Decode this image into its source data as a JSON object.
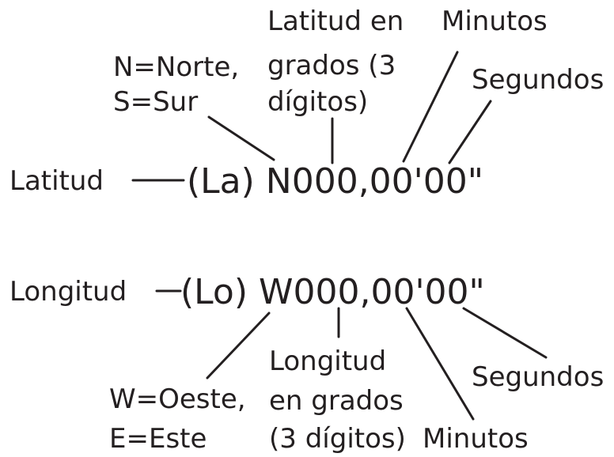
{
  "colors": {
    "text": "#231f20",
    "line": "#231f20",
    "background": "#ffffff"
  },
  "latitude": {
    "label": "Latitud",
    "code": "(La) N000,00'00\"",
    "hemisphere_note": [
      "N=Norte,",
      "S=Sur"
    ],
    "degrees_note": [
      "Latitud en",
      "grados (3",
      "dígitos)"
    ],
    "minutes_note": "Minutos",
    "seconds_note": "Segundos"
  },
  "longitude": {
    "label": "Longitud",
    "code": "(Lo) W000,00'00\"",
    "hemisphere_note": [
      "W=Oeste,",
      "E=Este"
    ],
    "degrees_note": [
      "Longitud",
      "en grados",
      "(3 dígitos)"
    ],
    "minutes_note": "Minutos",
    "seconds_note": "Segundos"
  }
}
